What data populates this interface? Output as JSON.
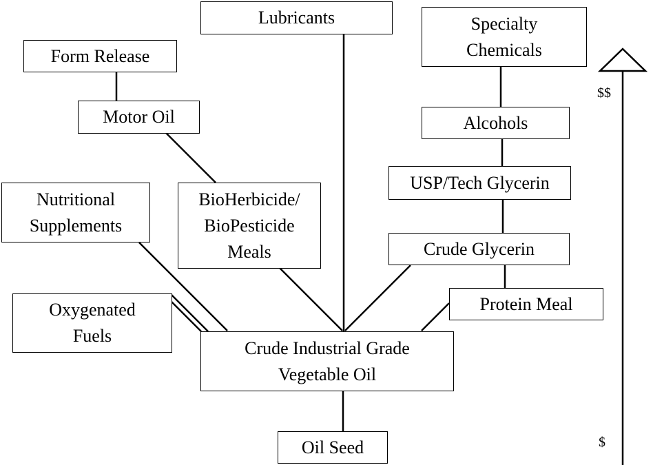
{
  "nodes": {
    "lubricants": "Lubricants",
    "specialty_chemicals": "Specialty\nChemicals",
    "form_release": "Form Release",
    "motor_oil": "Motor Oil",
    "alcohols": "Alcohols",
    "usp_tech_glycerin": "USP/Tech Glycerin",
    "nutritional_supplements": "Nutritional\nSupplements",
    "bioherbicide_meals": "BioHerbicide/\nBioPesticide\nMeals",
    "crude_glycerin": "Crude Glycerin",
    "protein_meal": "Protein Meal",
    "oxygenated_fuels": "Oxygenated\nFuels",
    "crude_vegetable_oil": "Crude Industrial Grade\nVegetable Oil",
    "oil_seed": "Oil Seed"
  },
  "value_axis": {
    "high_label": "$$",
    "low_label": "$"
  },
  "line_color": "#000000"
}
